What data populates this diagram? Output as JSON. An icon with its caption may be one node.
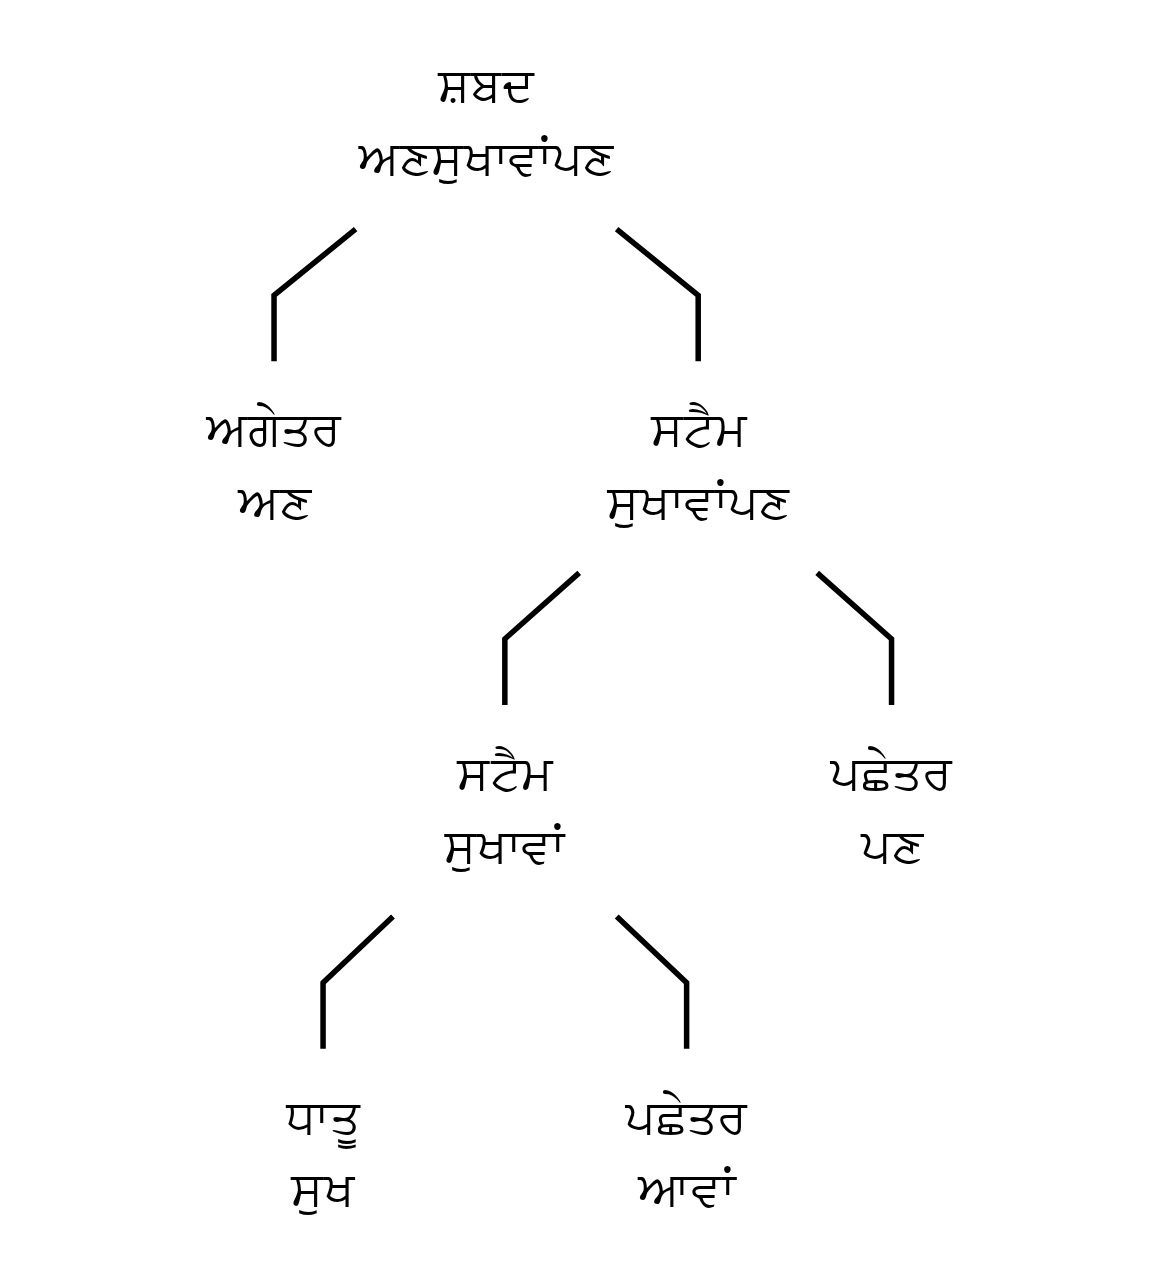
{
  "diagram": {
    "nodes": [
      {
        "text": [
          "ਸ਼ਬਦ",
          "ਅਣਸੁਖਾਵਾਂਪਣ"
        ]
      },
      {
        "text": [
          "ਅਗੇਤਰ",
          "ਅਣ"
        ]
      },
      {
        "text": [
          "ਸਟੈਮ",
          "ਸੁਖਾਵਾਂਪਣ"
        ]
      },
      {
        "text": [
          "ਸਟੈਮ",
          "ਸੁਖਾਵਾਂ"
        ]
      },
      {
        "text": [
          "ਪਛੇਤਰ",
          "ਪਣ"
        ]
      },
      {
        "text": [
          "ਧਾਤੂ",
          "ਸੁਖ"
        ]
      },
      {
        "text": [
          "ਪਛੇਤਰ",
          "ਆਵਾਂ"
        ]
      }
    ],
    "edges": [
      {
        "from": 0,
        "to": 1,
        "arrow": "none"
      },
      {
        "from": 0,
        "to": 2,
        "arrow": "none"
      },
      {
        "from": 2,
        "to": 3,
        "arrow": "none"
      },
      {
        "from": 2,
        "to": 4,
        "arrow": "none"
      },
      {
        "from": 3,
        "to": 5,
        "arrow": "none"
      },
      {
        "from": 3,
        "to": 6,
        "arrow": "none"
      }
    ]
  }
}
